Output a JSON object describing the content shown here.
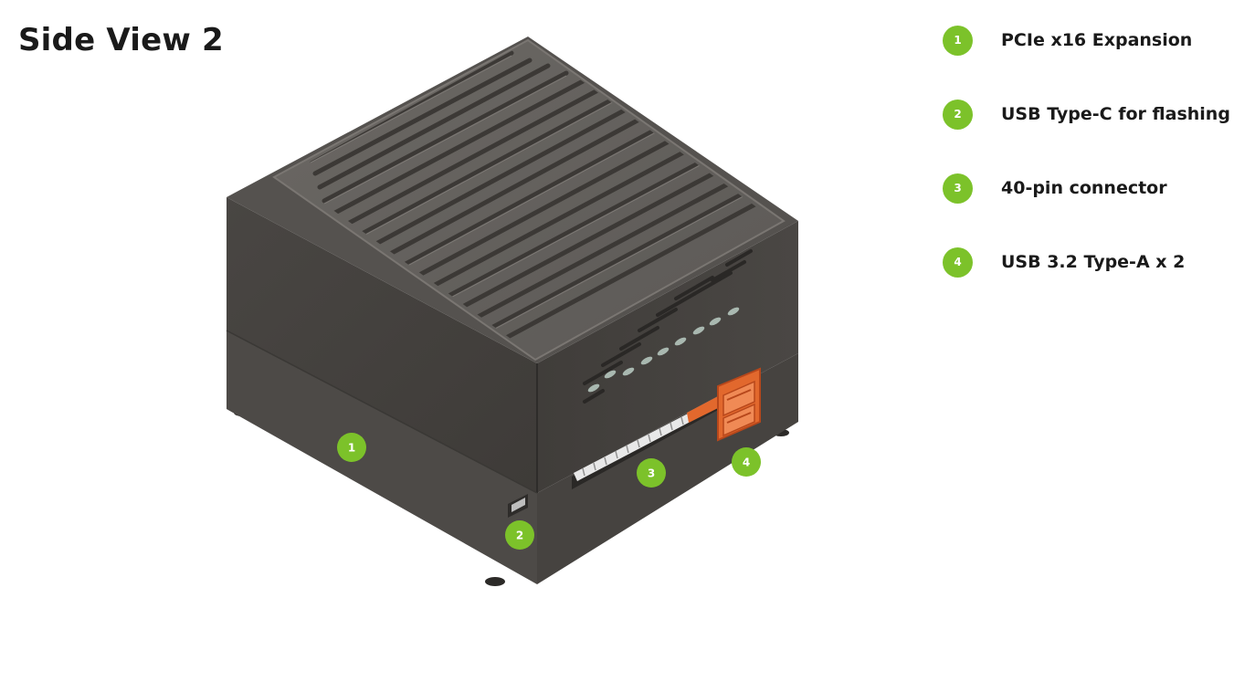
{
  "title": "Side View 2",
  "accent_color": "#7cc22a",
  "legend": [
    {
      "number": "1",
      "label": "PCIe x16 Expansion"
    },
    {
      "number": "2",
      "label": "USB Type-C for flashing"
    },
    {
      "number": "3",
      "label": "40-pin connector"
    },
    {
      "number": "4",
      "label": "USB 3.2 Type-A x 2"
    }
  ],
  "callouts": [
    {
      "number": "1"
    },
    {
      "number": "2"
    },
    {
      "number": "3"
    },
    {
      "number": "4"
    }
  ],
  "colors": {
    "housing_dark": "#3f3c39",
    "housing_mid": "#4a4745",
    "housing_light": "#555250",
    "port_orange": "#e2682d"
  }
}
